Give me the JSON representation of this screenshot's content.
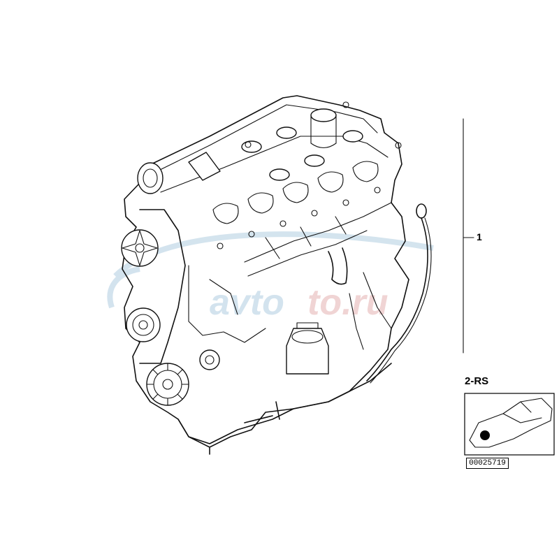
{
  "diagram": {
    "callout_main": "1",
    "callout_set": "2-RS",
    "part_number": "00025719",
    "colors": {
      "line": "#111111",
      "watermark_blue": "#a9c9de",
      "watermark_red": "#e2aaaa"
    }
  }
}
